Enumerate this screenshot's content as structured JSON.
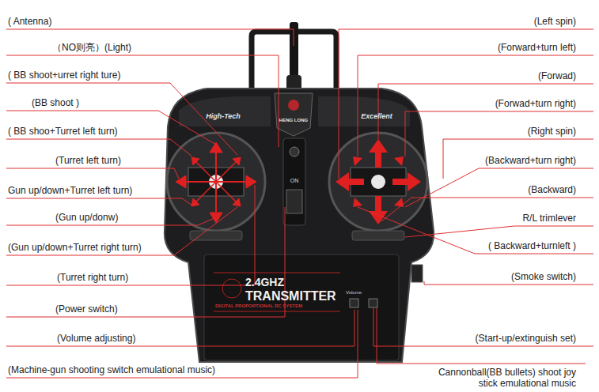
{
  "diagram": {
    "labels": [
      "( Antenna)",
      "（NO则亮）(Light)",
      "( BB shoot+urret right ture)",
      "(BB shoot )",
      "( BB shoo+Turret left turn)",
      "(Turret left turn)",
      "Gun up/down+Turret left turn)",
      "(Gun up/donw)",
      "(Gun up/down+Turret right turn)",
      "(Turret right turn)",
      "(Power switch)",
      "(Volume adjusting)",
      "(Machine-gun shooting switch emulational music)",
      "(Left spin)",
      "(Forward+turn left)",
      "(Forwad)",
      "(Forwad+turn right)",
      "(Right spin)",
      "(Backward+turn right)",
      "(Backward)",
      "R/L trimlever",
      "( Backward+turnleft )",
      "(Smoke switch)",
      "(Start-up/extinguish set)",
      "Cannonball(BB bullets) shoot joy stick emulational music",
      "High-Tech",
      "HENG LONG",
      "Excellent",
      "ON",
      "2.4GHZ",
      "TRANSMITTER",
      "DIGITAL PROPORTIONAL RC SYSTEM",
      "Volume"
    ]
  }
}
